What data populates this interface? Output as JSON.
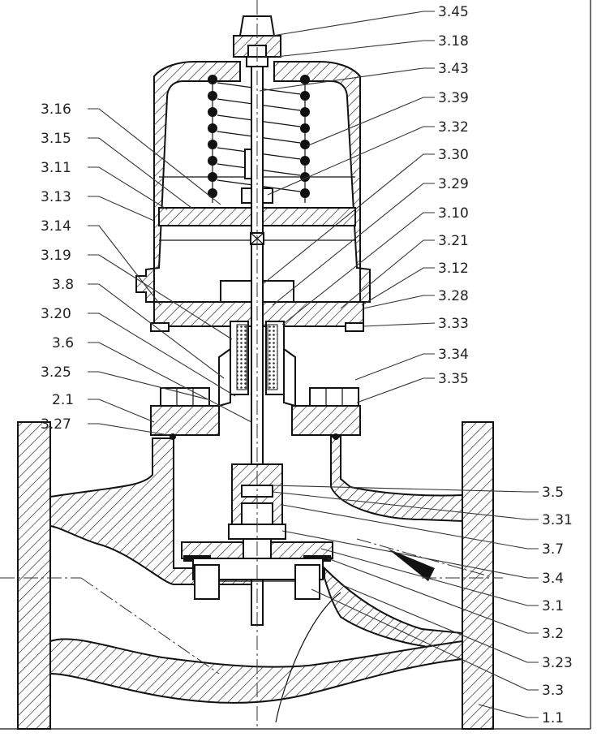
{
  "left_labels": [
    "3.16",
    "3.15",
    "3.11",
    "3.13",
    "3.14",
    "3.19",
    "3.8",
    "3.20",
    "3.6",
    "3.25",
    "2.1",
    "3.27"
  ],
  "right_labels": [
    "3.45",
    "3.18",
    "3.43",
    "3.39",
    "3.32",
    "3.30",
    "3.29",
    "3.10",
    "3.21",
    "3.12",
    "3.28",
    "3.33",
    "3.34",
    "3.35",
    "3.5",
    "3.31",
    "3.7",
    "3.4",
    "3.1",
    "3.2",
    "3.23",
    "3.3",
    "1.1"
  ]
}
